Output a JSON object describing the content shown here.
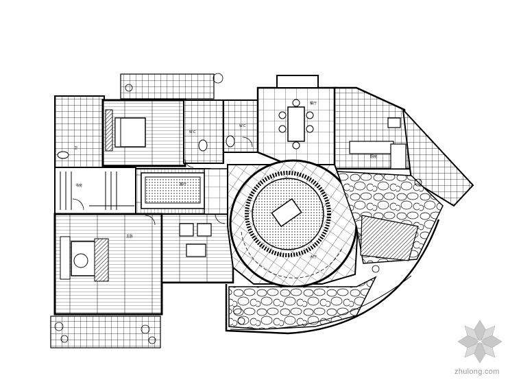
{
  "drawing": {
    "type": "architectural floor plan",
    "line_color": "#000000",
    "background": "#ffffff"
  },
  "room_labels": [
    {
      "id": "bath-left",
      "text": "卫"
    },
    {
      "id": "wc-1",
      "text": "W.C"
    },
    {
      "id": "wc-2",
      "text": "W.C"
    },
    {
      "id": "dining",
      "text": "餐厅"
    },
    {
      "id": "kitchen",
      "text": "厨房"
    },
    {
      "id": "living",
      "text": "客厅"
    },
    {
      "id": "bedroom-master",
      "text": "主卧"
    },
    {
      "id": "study",
      "text": "书房"
    },
    {
      "id": "hall",
      "text": "大厅"
    }
  ],
  "watermark": {
    "text": "zhulong.com",
    "logo_icon": "zhulong-flower-logo",
    "color": "#a0a0a0"
  }
}
